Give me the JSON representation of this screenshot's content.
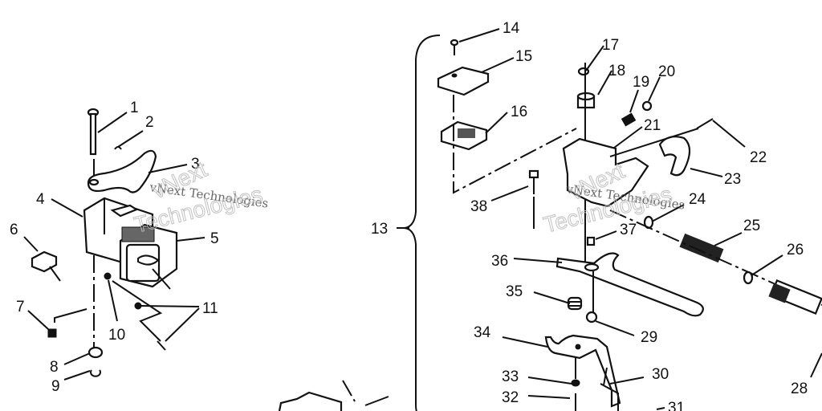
{
  "diagram": {
    "type": "exploded parts diagram",
    "callouts": [
      "1",
      "2",
      "3",
      "4",
      "5",
      "6",
      "7",
      "8",
      "9",
      "10",
      "11",
      "13",
      "14",
      "15",
      "16",
      "17",
      "18",
      "19",
      "20",
      "21",
      "22",
      "23",
      "24",
      "25",
      "26",
      "28",
      "29",
      "30",
      "31",
      "32",
      "33",
      "34",
      "35",
      "36",
      "37",
      "38"
    ],
    "group_bracket_label": "13"
  },
  "watermark": {
    "line1": "vNext Technologies",
    "line2a": "vNext",
    "line2b": "Technologies"
  }
}
